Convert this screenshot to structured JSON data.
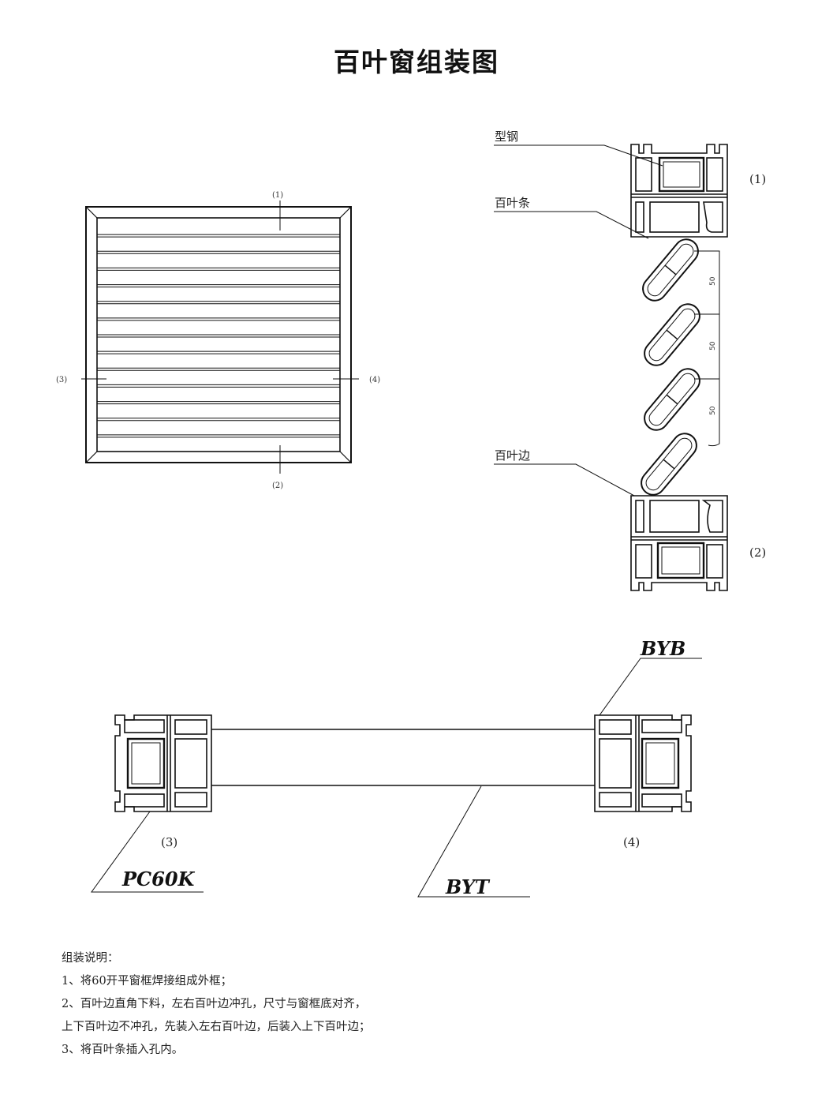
{
  "title": "百叶窗组装图",
  "front_view": {
    "markers": {
      "top": "(1)",
      "bottom": "(2)",
      "left": "(3)",
      "right": "(4)"
    },
    "slat_count": 13
  },
  "section_view": {
    "labels": {
      "steel": "型钢",
      "slat": "百叶条",
      "edge": "百叶边"
    },
    "markers": {
      "top": "(1)",
      "bottom": "(2)"
    },
    "dimensions": [
      "50",
      "50",
      "50"
    ]
  },
  "horizontal_section": {
    "labels": {
      "byb": "BYB",
      "byt": "BYT",
      "pc60k": "PC60K"
    },
    "markers": {
      "left": "(3)",
      "right": "(4)"
    }
  },
  "notes": [
    "组装说明：",
    "1、将60开平窗框焊接组成外框；",
    "2、百叶边直角下料，左右百叶边冲孔，尺寸与窗框底对齐，",
    "上下百叶边不冲孔，先装入左右百叶边，后装入上下百叶边；",
    "3、将百叶条插入孔内。"
  ]
}
